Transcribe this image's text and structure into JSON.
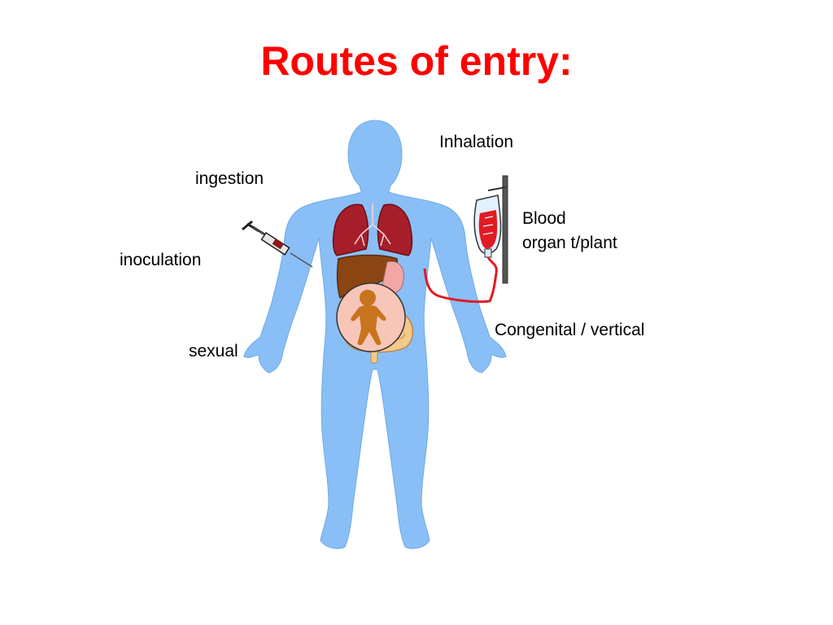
{
  "title": "Routes of entry:",
  "labels": {
    "inhalation": "Inhalation",
    "ingestion": "ingestion",
    "inoculation": "inoculation",
    "sexual": "sexual",
    "blood_line1": "Blood",
    "blood_line2": "organ t/plant",
    "congenital": "Congenital / vertical"
  },
  "colors": {
    "title": "#ff0000",
    "body": "#89bff6",
    "lungs": "#a61e2a",
    "liver": "#8b4513",
    "fetus": "#c8741e",
    "womb": "#f7c6b8",
    "iv_line": "#e01b24"
  },
  "icons": [
    "human-body-icon",
    "lungs-icon",
    "liver-icon",
    "intestines-icon",
    "fetus-icon",
    "syringe-icon",
    "iv-blood-bag-icon"
  ]
}
